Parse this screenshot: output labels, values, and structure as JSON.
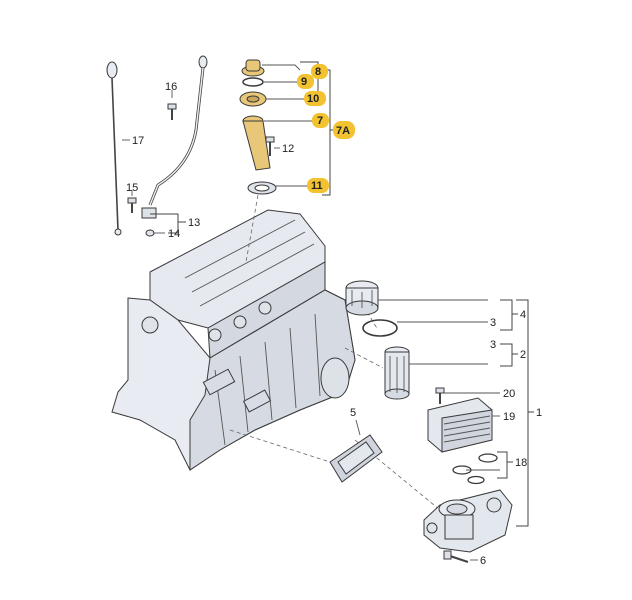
{
  "labels": {
    "p1": "1",
    "p2": "2",
    "p3a": "3",
    "p3b": "3",
    "p4": "4",
    "p5": "5",
    "p6": "6",
    "p7": "7",
    "p7a": "7A",
    "p8": "8",
    "p9": "9",
    "p10": "10",
    "p11": "11",
    "p12": "12",
    "p13": "13",
    "p14": "14",
    "p15": "15",
    "p16": "16",
    "p17": "17",
    "p18": "18",
    "p19": "19",
    "p20": "20"
  },
  "colors": {
    "highlight_badge": "#f2c230",
    "part_fill": "#e3e7ee",
    "part_shade": "#c9cfd9",
    "brass": "#e8c878",
    "line": "#3a3a3a"
  },
  "icons": [
    "engine-block-drawing",
    "dipstick-drawing",
    "oil-filler-drawing",
    "oil-filter-drawing",
    "oil-cooler-drawing"
  ]
}
